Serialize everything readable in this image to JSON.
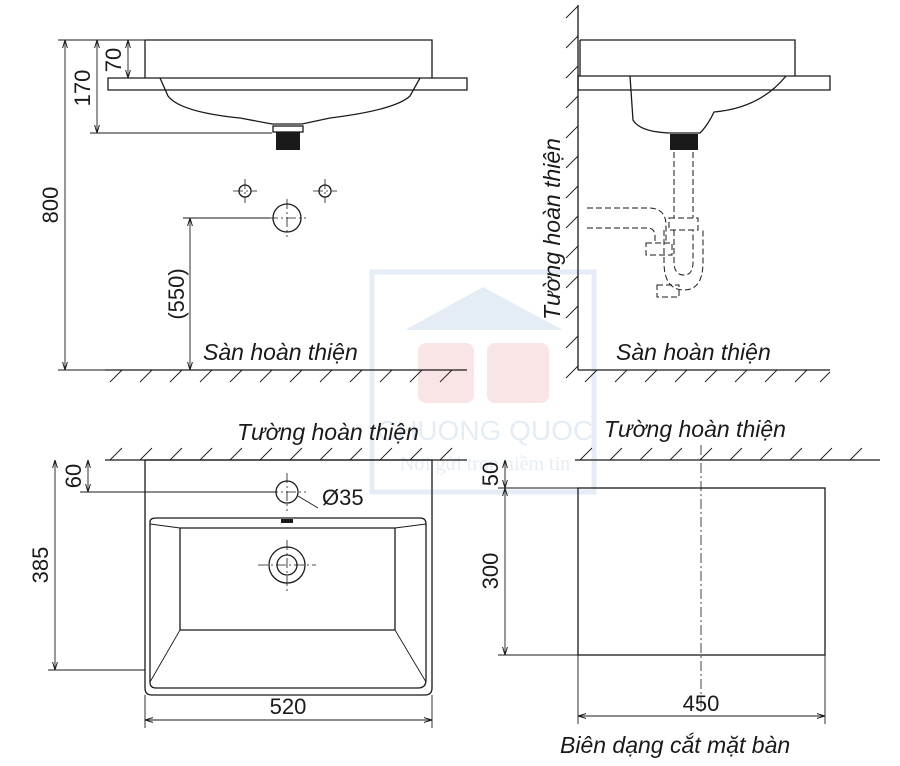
{
  "watermark": {
    "brand": "CHUONG QUOC",
    "tagline": "Nơi gửi trọn niềm tin",
    "color": "#d9363e",
    "frame_color": "#2a6fb5"
  },
  "side_view": {
    "dims": {
      "total_height": "800",
      "sink_depth": "170",
      "top_height": "70",
      "drain_height": "(550)"
    },
    "floor_label": "Sàn hoàn thiện"
  },
  "rear_view": {
    "wall_label": "Tường hoàn thiện",
    "floor_label": "Sàn hoàn thiện"
  },
  "top_view": {
    "wall_label": "Tường hoàn thiện",
    "dims": {
      "depth": "385",
      "tap_offset": "60",
      "tap_hole": "Ø35",
      "width": "520"
    }
  },
  "cutout_view": {
    "wall_label": "Tường hoàn thiện",
    "dims": {
      "offset": "50",
      "depth": "300",
      "width": "450"
    },
    "caption": "Biên dạng cắt mặt bàn"
  }
}
